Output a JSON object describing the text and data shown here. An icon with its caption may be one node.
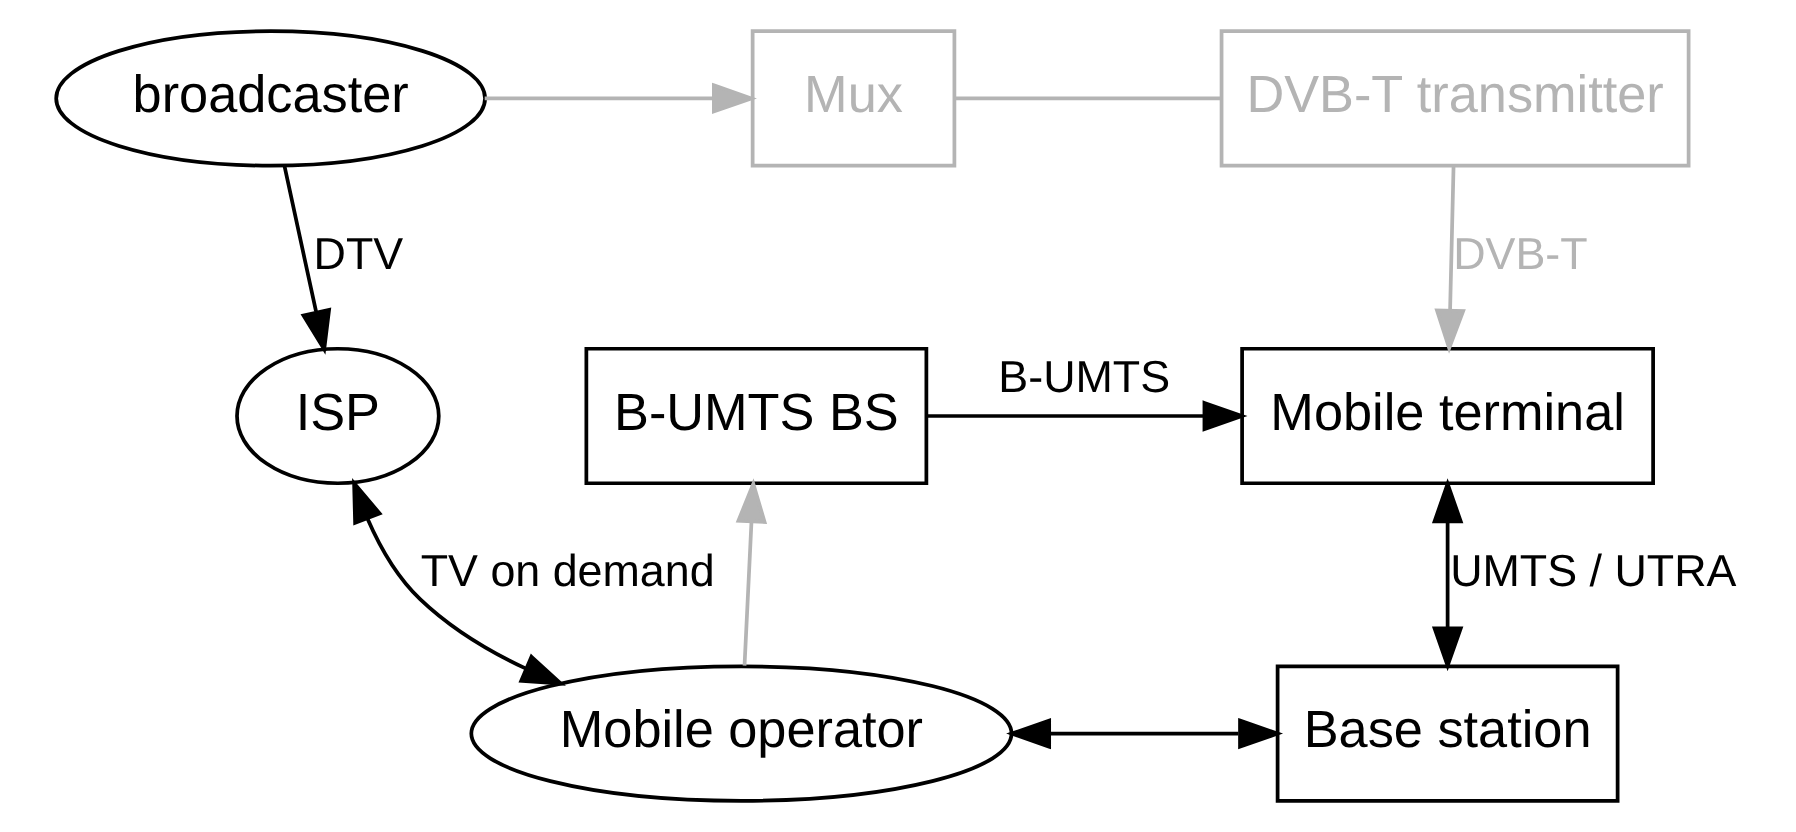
{
  "diagram": {
    "nodes": [
      {
        "text": [
          "broadcaster"
        ]
      },
      {
        "text": [
          "Mux"
        ]
      },
      {
        "text": [
          "DVB-T transmitter"
        ]
      },
      {
        "text": [
          "ISP"
        ]
      },
      {
        "text": [
          "B-UMTS BS"
        ]
      },
      {
        "text": [
          "Mobile terminal"
        ]
      },
      {
        "text": [
          "Mobile operator"
        ]
      },
      {
        "text": [
          "Base station"
        ]
      }
    ],
    "edges": [
      {
        "from": 0,
        "to": 1,
        "arrow": "to",
        "color": "#b4b4b4"
      },
      {
        "from": 1,
        "to": 2,
        "arrow": "none",
        "color": "#b4b4b4"
      },
      {
        "from": 2,
        "to": 5,
        "arrow": "to",
        "label": "DVB-T",
        "color": "#b4b4b4"
      },
      {
        "from": 0,
        "to": 3,
        "arrow": "to",
        "label": "DTV"
      },
      {
        "from": 3,
        "to": 6,
        "arrow": "both",
        "label": "TV on demand"
      },
      {
        "from": 6,
        "to": 4,
        "arrow": "to",
        "color": "#b4b4b4"
      },
      {
        "from": 6,
        "to": 7,
        "arrow": "both"
      },
      {
        "from": 4,
        "to": 5,
        "arrow": "to",
        "label": "B-UMTS"
      },
      {
        "from": 7,
        "to": 5,
        "arrow": "both",
        "label": "UMTS / UTRA"
      }
    ]
  }
}
